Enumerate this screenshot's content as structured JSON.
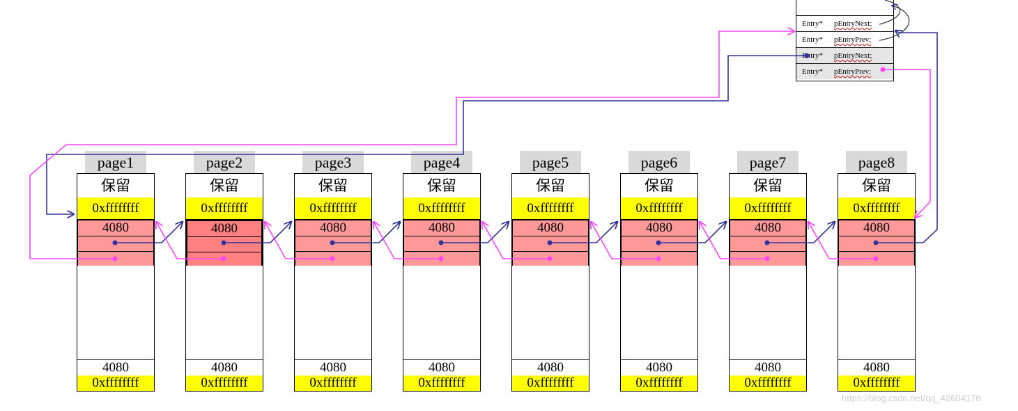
{
  "pages": [
    {
      "title": "page1",
      "reserved": "保留",
      "header_value": "0xffffffff",
      "entry_size": "4080",
      "footer_size": "4080",
      "footer_value": "0xffffffff"
    },
    {
      "title": "page2",
      "reserved": "保留",
      "header_value": "0xffffffff",
      "entry_size": "4080",
      "footer_size": "4080",
      "footer_value": "0xffffffff"
    },
    {
      "title": "page3",
      "reserved": "保留",
      "header_value": "0xffffffff",
      "entry_size": "4080",
      "footer_size": "4080",
      "footer_value": "0xffffffff"
    },
    {
      "title": "page4",
      "reserved": "保留",
      "header_value": "0xffffffff",
      "entry_size": "4080",
      "footer_size": "4080",
      "footer_value": "0xffffffff"
    },
    {
      "title": "page5",
      "reserved": "保留",
      "header_value": "0xffffffff",
      "entry_size": "4080",
      "footer_size": "4080",
      "footer_value": "0xffffffff"
    },
    {
      "title": "page6",
      "reserved": "保留",
      "header_value": "0xffffffff",
      "entry_size": "4080",
      "footer_size": "4080",
      "footer_value": "0xffffffff"
    },
    {
      "title": "page7",
      "reserved": "保留",
      "header_value": "0xffffffff",
      "entry_size": "4080",
      "footer_size": "4080",
      "footer_value": "0xffffffff"
    },
    {
      "title": "page8",
      "reserved": "保留",
      "header_value": "0xffffffff",
      "entry_size": "4080",
      "footer_size": "4080",
      "footer_value": "0xffffffff"
    }
  ],
  "list_head": {
    "rows": [
      {
        "type": "Entry*",
        "name": "pEntryNext;"
      },
      {
        "type": "Entry*",
        "name": "pEntryPrev;"
      },
      {
        "type": "Entry*",
        "name": "pEntryNext;"
      },
      {
        "type": "Entry*",
        "name": "pEntryPrev;"
      }
    ]
  },
  "colors": {
    "next_pointer": "#333399",
    "prev_pointer": "#ff44ff",
    "header_fill": "#ffff00",
    "entry_fill": "#ff9999",
    "title_fill": "#d9d9d9"
  },
  "watermark": "https://blog.csdn.net/qq_42604176"
}
